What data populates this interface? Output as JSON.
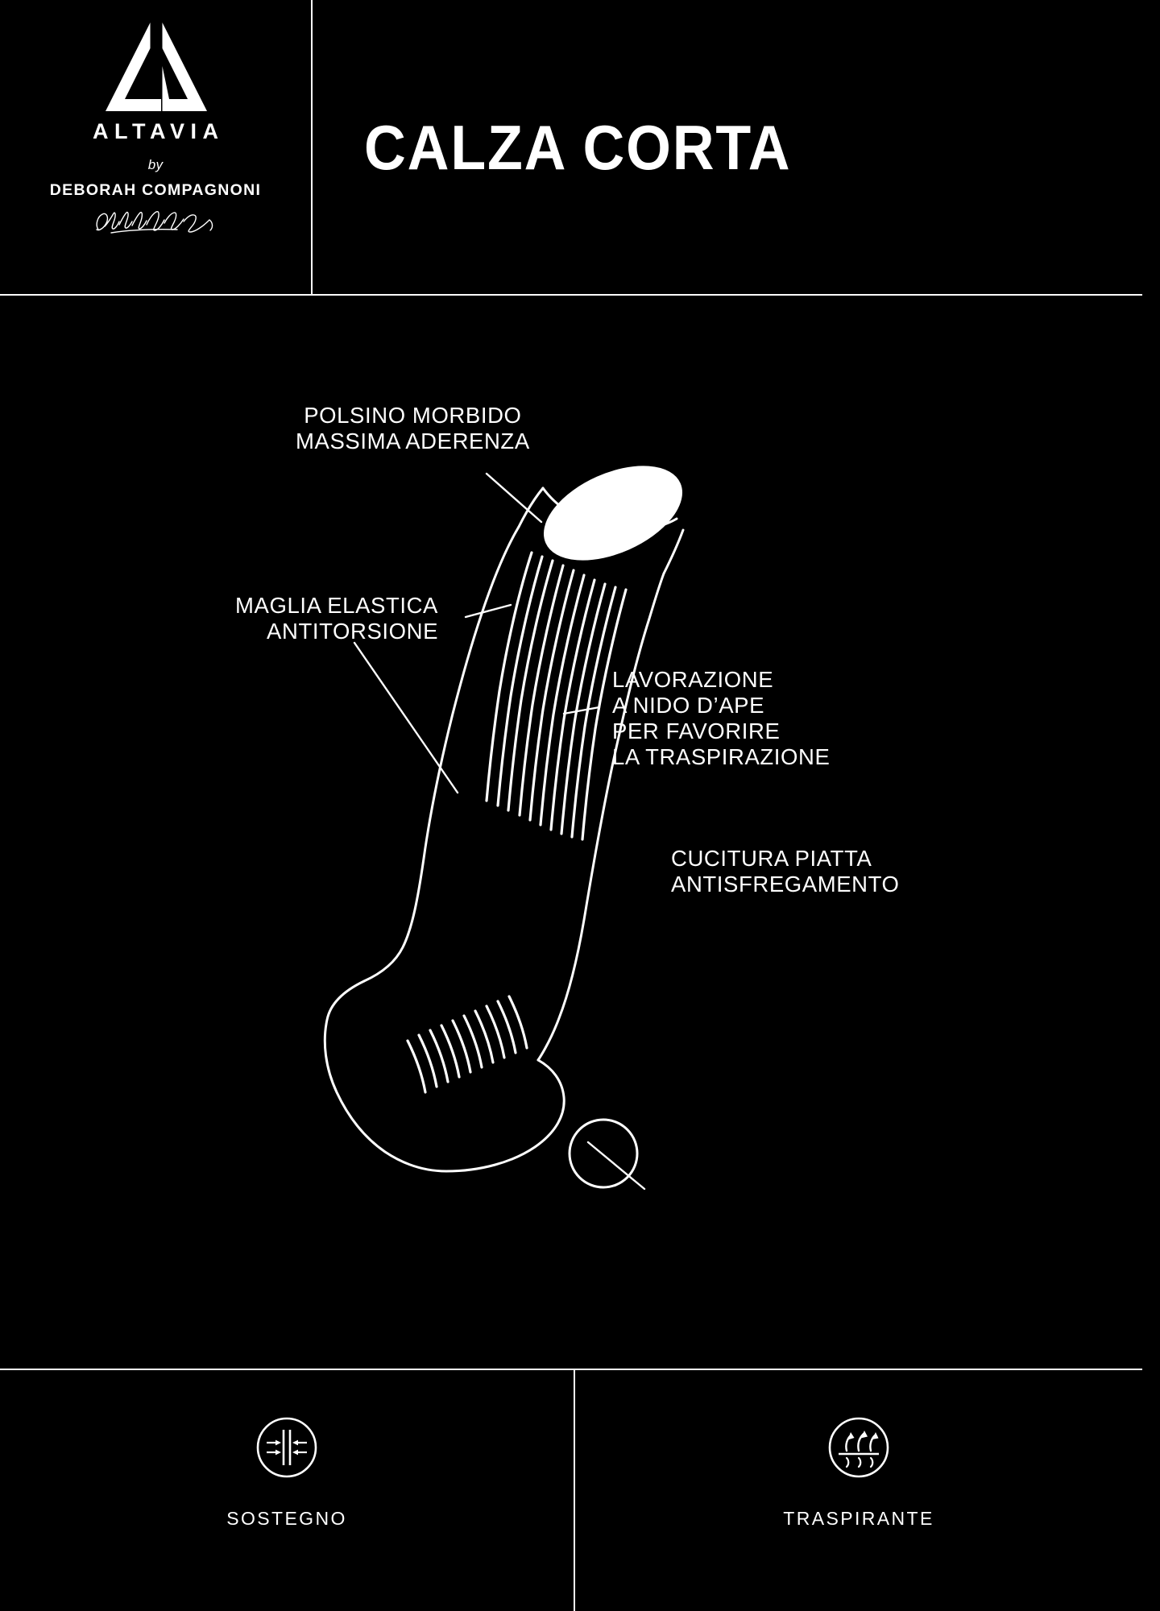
{
  "page": {
    "background_color": "#000000",
    "foreground_color": "#ffffff"
  },
  "header": {
    "brand": {
      "logo_icon": "altavia-mountain-a-icon",
      "wordmark": "ALTAVIA",
      "by_label": "by",
      "designer": "DEBORAH COMPAGNONI",
      "signature_icon": "deborah-compagnoni-signature"
    },
    "title": "CALZA CORTA"
  },
  "main": {
    "product_icon": "short-sock-illustration",
    "annotations": [
      {
        "id": "cuff",
        "lines": [
          "POLSINO MORBIDO",
          "MASSIMA ADERENZA"
        ],
        "text": "POLSINO MORBIDO\nMASSIMA ADERENZA"
      },
      {
        "id": "mesh",
        "lines": [
          "MAGLIA ELASTICA",
          "ANTITORSIONE"
        ],
        "text": "MAGLIA ELASTICA\nANTITORSIONE"
      },
      {
        "id": "honeycomb",
        "lines": [
          "LAVORAZIONE",
          "A NIDO D’APE",
          "PER FAVORIRE",
          "LA TRASPIRAZIONE"
        ],
        "text": "LAVORAZIONE\nA NIDO D’APE\nPER FAVORIRE\nLA TRASPIRAZIONE"
      },
      {
        "id": "seam",
        "lines": [
          "CUCITURA PIATTA",
          "ANTISFREGAMENTO"
        ],
        "text": "CUCITURA PIATTA\nANTISFREGAMENTO"
      }
    ]
  },
  "footer": {
    "features": [
      {
        "icon": "support-arrows-icon",
        "label": "SOSTEGNO"
      },
      {
        "icon": "breathability-arrows-icon",
        "label": "TRASPIRANTE"
      }
    ]
  }
}
